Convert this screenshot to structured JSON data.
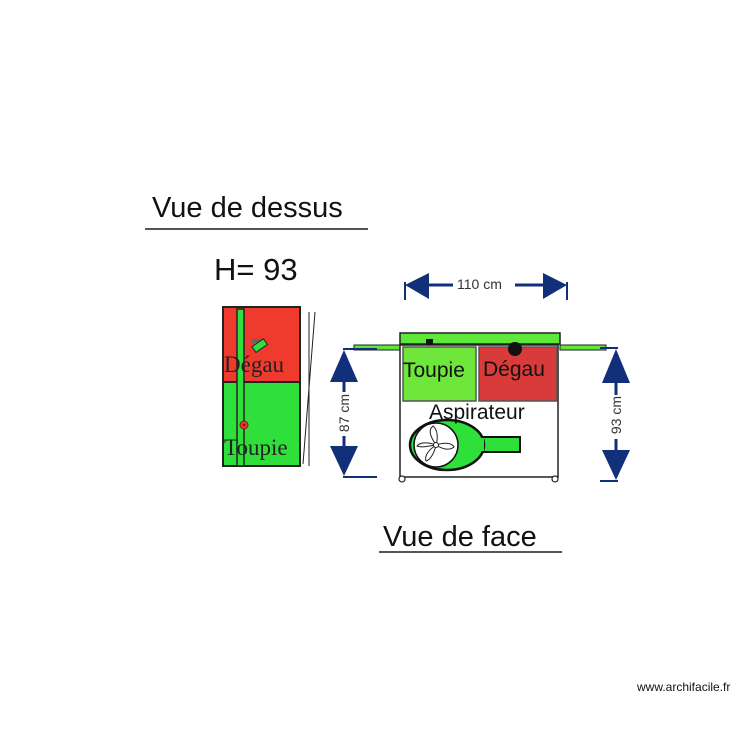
{
  "labels": {
    "top_view_title": "Vue de dessus",
    "height_label": "H= 93",
    "front_view_title": "Vue de face",
    "credit": "www.archifacile.fr"
  },
  "top_view": {
    "zones": [
      {
        "label": "Dégau",
        "color": "#ef3a2e"
      },
      {
        "label": "Toupie",
        "color": "#2fe03a"
      }
    ]
  },
  "front_view": {
    "width_dimension": "110 cm",
    "left_height_dimension": "87 cm",
    "right_height_dimension": "93 cm",
    "zones": [
      {
        "label": "Toupie",
        "color": "#6ee63a"
      },
      {
        "label": "Dégau",
        "color": "#d93a3a"
      },
      {
        "label": "Aspirateur",
        "color": "#ffffff"
      }
    ]
  },
  "colors": {
    "dimension_arrow": "#12307a",
    "green_bar": "#5ee83a",
    "outline": "#222222"
  }
}
